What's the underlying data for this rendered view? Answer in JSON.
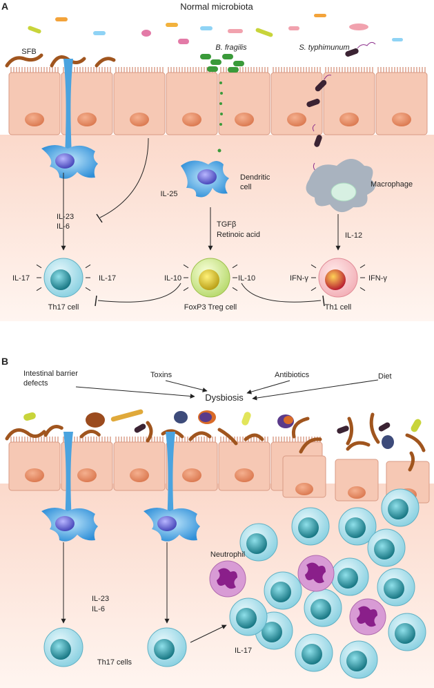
{
  "panel_a": {
    "letter": "A",
    "title": "Normal microbiota",
    "labels": {
      "sfb": "SFB",
      "b_fragilis": "B. fragilis",
      "s_typhimurium": "S. typhimunum",
      "il25": "IL-25",
      "dendritic": "Dendritic",
      "dendritic2": "cell",
      "macrophage": "Macrophage",
      "il23": "IL-23",
      "il6": "IL-6",
      "tgfb": "TGFβ",
      "retinoic": "Retinoic acid",
      "il12": "IL-12",
      "il17_left": "IL-17",
      "il17_right": "IL-17",
      "il10_left": "IL-10",
      "il10_right": "IL-10",
      "ifng_left": "IFN-γ",
      "ifng_right": "IFN-γ",
      "th17": "Th17 cell",
      "treg": "FoxP3 Treg cell",
      "th1": "Th1 cell"
    }
  },
  "panel_b": {
    "letter": "B",
    "labels": {
      "barrier1": "Intestinal barrier",
      "barrier2": "defects",
      "toxins": "Toxins",
      "antibiotics": "Antibiotics",
      "diet": "Diet",
      "dysbiosis": "Dysbiosis",
      "neutrophil": "Neutrophil",
      "il23": "IL-23",
      "il6": "IL-6",
      "il17": "IL-17",
      "th17s": "Th17 cells"
    }
  },
  "colors": {
    "epithelium": "#f6c8b4",
    "nucleus": "#e88f6a",
    "tissue_bg": "#fde3d8",
    "dendritic": "#4aa3df",
    "tcell": "#9dd6e3",
    "tcell_nucleus": "#1d8a99",
    "neutrophil": "#d89bd5",
    "neutrophil_nucleus": "#8a1f8a",
    "sfb": "#a0551e",
    "macrophage": "#a9b3bf"
  }
}
